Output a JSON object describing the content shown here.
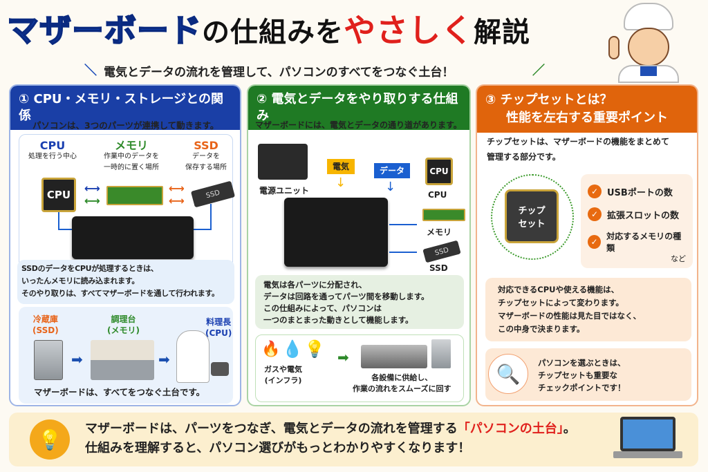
{
  "header": {
    "title_part1": "マザーボード",
    "title_part2": "の仕組みを",
    "title_part3": "やさしく",
    "title_part4": "解説",
    "subtitle": "電気とデータの流れを管理して、パソコンのすべてをつなぐ土台！"
  },
  "panel1": {
    "heading": "① CPU・メモリ・ストレージとの関係",
    "intro": "パソコンは、3つのパーツが連携して動きます。",
    "parts": [
      {
        "name": "CPU",
        "desc": "処理を行う中心",
        "color": "#1a3fb0",
        "chip_label": "CPU"
      },
      {
        "name": "メモリ",
        "desc": "作業中のデータを\n一時的に置く場所",
        "color": "#2e8a2a"
      },
      {
        "name": "SSD",
        "desc": "データを\n保存する場所",
        "color": "#e8641a",
        "chip_label": "SSD"
      }
    ],
    "explain": [
      "SSDのデータをCPUが処理するときは、",
      "いったんメモリに読み込まれます。",
      "そのやり取りは、すべてマザーボードを通して行われます。"
    ],
    "analogy": [
      {
        "name": "冷蔵庫",
        "sub": "(SSD)",
        "color": "#e8641a"
      },
      {
        "name": "調理台",
        "sub": "(メモリ)",
        "color": "#2e8a2a"
      },
      {
        "name": "料理長",
        "sub": "(CPU)",
        "color": "#1a3fb0"
      }
    ],
    "footer": "マザーボードは、すべてをつなぐ土台です。"
  },
  "panel2": {
    "heading": "② 電気とデータをやり取りする仕組み",
    "intro": "マザーボードには、電気とデータの通り道があります。",
    "psu_label": "電源ユニット",
    "power_tag": "電気",
    "data_tag": "データ",
    "targets": [
      "CPU",
      "メモリ",
      "SSD"
    ],
    "cpu_chip_label": "CPU",
    "ssd_chip_label": "SSD",
    "explain": [
      "電気は各パーツに分配され、",
      "データは回路を通ってパーツ間を移動します。",
      "この仕組みによって、パソコンは",
      "一つのまとまった動きとして機能します。"
    ],
    "infra_label": "ガスや電気\n(インフラ)",
    "supply_label": "各設備に供給し、\n作業の流れをスムーズに回す"
  },
  "panel3": {
    "heading_line1": "③ チップセットとは？",
    "heading_line2": "性能を左右する重要ポイント",
    "intro": "チップセットは、マザーボードの機能をまとめて\n管理する部分です。",
    "chip_label": "チップ\nセット",
    "checks": [
      "USBポートの数",
      "拡張スロットの数",
      "対応するメモリの種類"
    ],
    "etc": "など",
    "explain": [
      "対応できるCPUや使える機能は、",
      "チップセットによって変わります。",
      "マザーボードの性能は見た目ではなく、",
      "この中身で決まります。"
    ],
    "tip": [
      "パソコンを選ぶときは、",
      "チップセットも重要な",
      "チェックポイントです！"
    ]
  },
  "summary": {
    "line1_a": "マザーボードは、パーツをつなぎ、電気とデータの流れを管理する",
    "line1_b": "「パソコンの土台」",
    "line1_c": "。",
    "line2": "仕組みを理解すると、パソコン選びがもっとわかりやすくなります！"
  },
  "colors": {
    "blue": "#1446b8",
    "green": "#1f7a24",
    "orange": "#e0640c",
    "red": "#e0201c"
  }
}
